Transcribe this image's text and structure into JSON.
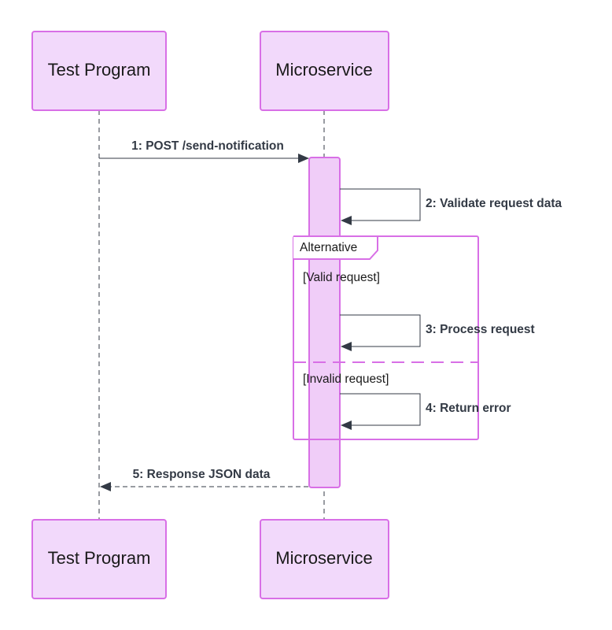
{
  "participants": {
    "test_program": "Test Program",
    "microservice": "Microservice"
  },
  "messages": {
    "m1": "1: POST /send-notification",
    "m2": "2: Validate request data",
    "m3": "3: Process request",
    "m4": "4: Return error",
    "m5": "5: Response JSON data"
  },
  "fragment": {
    "label": "Alternative",
    "guard_valid": "[Valid request]",
    "guard_invalid": "[Invalid request]"
  },
  "colors": {
    "actor_fill": "#f2d9fb",
    "actor_stroke": "#d86fe6",
    "activation_fill": "#f0cdf8",
    "line": "#333a45",
    "fragment_stroke": "#d86fe6"
  }
}
